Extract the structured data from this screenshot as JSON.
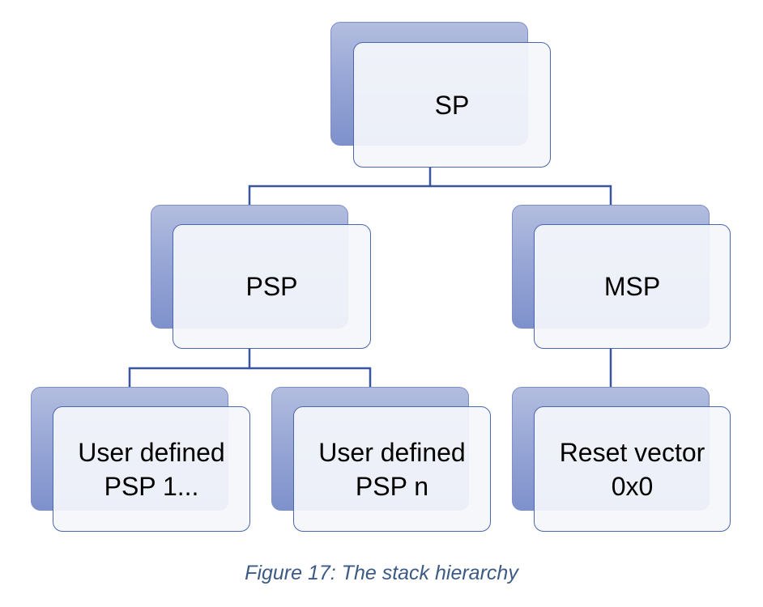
{
  "diagram": {
    "nodes": {
      "sp": {
        "label": "SP"
      },
      "psp": {
        "label": "PSP"
      },
      "msp": {
        "label": "MSP"
      },
      "user_psp_1": {
        "line1": "User defined",
        "line2": "PSP 1..."
      },
      "user_psp_n": {
        "line1": "User defined",
        "line2": "PSP n"
      },
      "reset_vector": {
        "line1": "Reset vector",
        "line2": "0x0"
      }
    },
    "edges": [
      {
        "from": "sp",
        "to": "psp"
      },
      {
        "from": "sp",
        "to": "msp"
      },
      {
        "from": "psp",
        "to": "user_psp_1"
      },
      {
        "from": "psp",
        "to": "user_psp_n"
      },
      {
        "from": "msp",
        "to": "reset_vector"
      }
    ],
    "colors": {
      "connector": "#3a55a0",
      "box_border": "#4a66ad",
      "shadow": "#8a9bd0",
      "caption": "#3c5a84"
    }
  },
  "caption": "Figure 17: The stack hierarchy"
}
